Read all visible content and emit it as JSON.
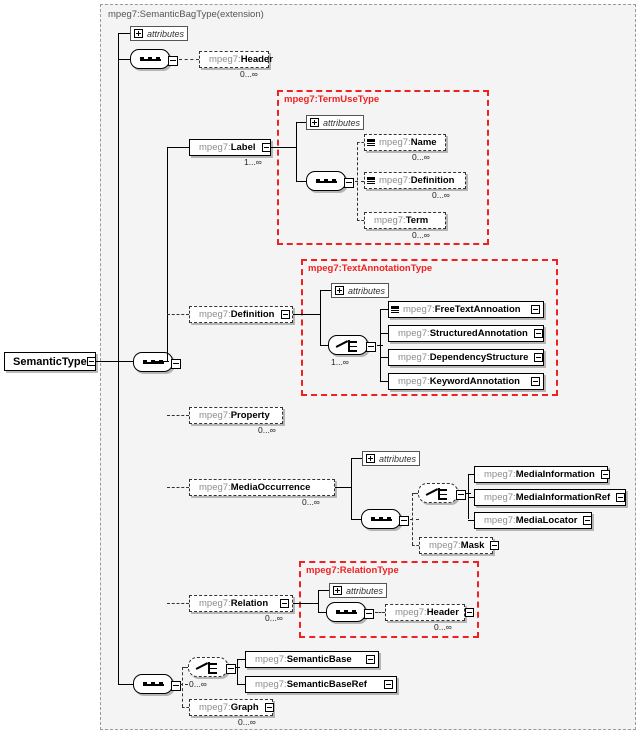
{
  "diagram": {
    "title": "mpeg7:SemanticBagType(extension)",
    "root_element": {
      "label": "SemanticType"
    },
    "groups": [
      {
        "id": "semanticbag",
        "title": "mpeg7:SemanticBagType(extension)",
        "style": "grey"
      },
      {
        "id": "termuse",
        "title": "mpeg7:TermUseType",
        "style": "red"
      },
      {
        "id": "textannotation",
        "title": "mpeg7:TextAnnotationType",
        "style": "red"
      },
      {
        "id": "relation",
        "title": "mpeg7:RelationType",
        "style": "red"
      }
    ],
    "attributes_label": "attributes",
    "nodes": [
      {
        "id": "header-top",
        "prefix": "mpeg7:",
        "name": "Header",
        "border": "dashed",
        "card": "0...∞",
        "expand": false,
        "texticon": false
      },
      {
        "id": "label",
        "prefix": "mpeg7:",
        "name": "Label",
        "border": "solid",
        "card": "1...∞",
        "expand": true,
        "texticon": false
      },
      {
        "id": "term-name",
        "prefix": "mpeg7:",
        "name": "Name",
        "border": "dashed",
        "card": "0...∞",
        "expand": false,
        "texticon": true
      },
      {
        "id": "term-definition",
        "prefix": "mpeg7:",
        "name": "Definition",
        "border": "dashed",
        "card": "0...∞",
        "expand": false,
        "texticon": true
      },
      {
        "id": "term-term",
        "prefix": "mpeg7:",
        "name": "Term",
        "border": "dashed",
        "card": "0...∞",
        "expand": false,
        "texticon": false
      },
      {
        "id": "definition",
        "prefix": "mpeg7:",
        "name": "Definition",
        "border": "dashed",
        "card": "",
        "expand": true,
        "texticon": false
      },
      {
        "id": "freetextannotation",
        "prefix": "mpeg7:",
        "name": "FreeTextAnnoation",
        "border": "solid",
        "card": "",
        "expand": true,
        "texticon": true
      },
      {
        "id": "structuredannotation",
        "prefix": "mpeg7:",
        "name": "StructuredAnnotation",
        "border": "solid",
        "card": "",
        "expand": true,
        "texticon": false
      },
      {
        "id": "dependencystructure",
        "prefix": "mpeg7:",
        "name": "DependencyStructure",
        "border": "solid",
        "card": "",
        "expand": true,
        "texticon": false
      },
      {
        "id": "keywordannotation",
        "prefix": "mpeg7:",
        "name": "KeywordAnnotation",
        "border": "solid",
        "card": "",
        "expand": true,
        "texticon": false
      },
      {
        "id": "property",
        "prefix": "mpeg7:",
        "name": "Property",
        "border": "dashed",
        "card": "0...∞",
        "expand": false,
        "texticon": false
      },
      {
        "id": "mediaoccurrence",
        "prefix": "mpeg7:",
        "name": "MediaOccurrence",
        "border": "dashed",
        "card": "0...∞",
        "expand": false,
        "texticon": false
      },
      {
        "id": "mediainformation",
        "prefix": "mpeg7:",
        "name": "MediaInformation",
        "border": "solid",
        "card": "",
        "expand": true,
        "texticon": false
      },
      {
        "id": "mediainformationref",
        "prefix": "mpeg7:",
        "name": "MediaInformationRef",
        "border": "solid",
        "card": "",
        "expand": true,
        "texticon": false
      },
      {
        "id": "medialocator",
        "prefix": "mpeg7:",
        "name": "MediaLocator",
        "border": "solid",
        "card": "",
        "expand": true,
        "texticon": false
      },
      {
        "id": "mask",
        "prefix": "mpeg7:",
        "name": "Mask",
        "border": "dashed",
        "card": "",
        "expand": true,
        "texticon": false
      },
      {
        "id": "relation-el",
        "prefix": "mpeg7:",
        "name": "Relation",
        "border": "dashed",
        "card": "0...∞",
        "expand": true,
        "texticon": false
      },
      {
        "id": "relation-header",
        "prefix": "mpeg7:",
        "name": "Header",
        "border": "dashed",
        "card": "0...∞",
        "expand": true,
        "texticon": false
      },
      {
        "id": "semanticbase",
        "prefix": "mpeg7:",
        "name": "SemanticBase",
        "border": "solid",
        "card": "",
        "expand": true,
        "texticon": false
      },
      {
        "id": "semanticbaseref",
        "prefix": "mpeg7:",
        "name": "SemanticBaseRef",
        "border": "solid",
        "card": "",
        "expand": true,
        "texticon": false
      },
      {
        "id": "graph",
        "prefix": "mpeg7:",
        "name": "Graph",
        "border": "dashed",
        "card": "0...∞",
        "expand": true,
        "texticon": false
      }
    ],
    "compositors": [
      {
        "id": "seq-top",
        "kind": "sequence",
        "border": "solid",
        "card": ""
      },
      {
        "id": "seq-main",
        "kind": "sequence",
        "border": "solid",
        "card": ""
      },
      {
        "id": "seq-termuse",
        "kind": "sequence",
        "border": "solid",
        "card": ""
      },
      {
        "id": "choice-textann",
        "kind": "choice",
        "border": "solid",
        "card": "1...∞"
      },
      {
        "id": "seq-media",
        "kind": "sequence",
        "border": "solid",
        "card": ""
      },
      {
        "id": "choice-media",
        "kind": "choice",
        "border": "dashed",
        "card": ""
      },
      {
        "id": "seq-relation",
        "kind": "sequence",
        "border": "solid",
        "card": ""
      },
      {
        "id": "seq-bottom",
        "kind": "sequence",
        "border": "solid",
        "card": ""
      },
      {
        "id": "choice-bottom",
        "kind": "choice",
        "border": "dashed",
        "card": "0...∞"
      }
    ]
  }
}
